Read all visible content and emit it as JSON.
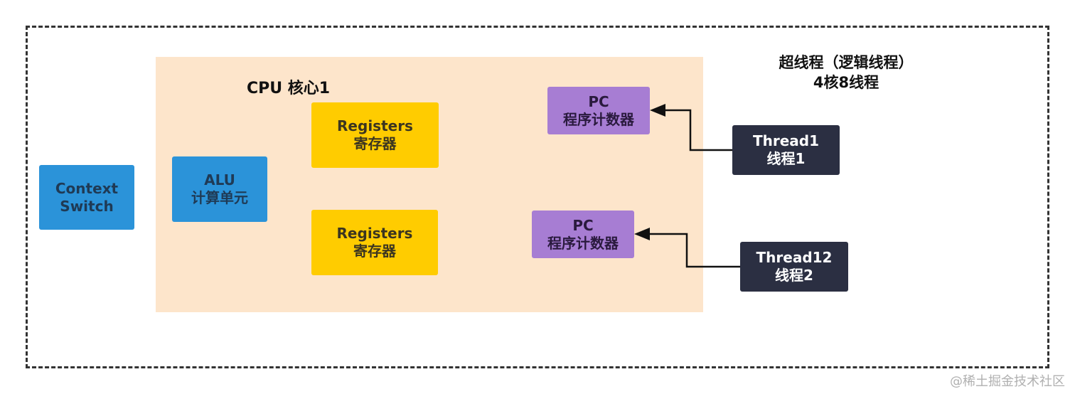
{
  "cpu_core": {
    "title": "CPU 核心1"
  },
  "hyperthreading": {
    "title": "超线程（逻辑线程）",
    "subtitle": "4核8线程"
  },
  "context_switch": {
    "line1": "Context",
    "line2": "Switch"
  },
  "alu": {
    "line1": "ALU",
    "line2": "计算单元"
  },
  "registers": [
    {
      "line1": "Registers",
      "line2": "寄存器"
    },
    {
      "line1": "Registers",
      "line2": "寄存器"
    }
  ],
  "program_counters": [
    {
      "line1": "PC",
      "line2": "程序计数器"
    },
    {
      "line1": "PC",
      "line2": "程序计数器"
    }
  ],
  "threads": [
    {
      "line1": "Thread1",
      "line2": "线程1"
    },
    {
      "line1": "Thread12",
      "line2": "线程2"
    }
  ],
  "watermark": "@稀土掘金技术社区",
  "colors": {
    "core_background": "#fde5cb",
    "context_switch": "#2b93d9",
    "alu": "#2b93d9",
    "registers": "#ffcc00",
    "program_counter": "#a77dd3",
    "thread": "#2b2f42",
    "dashed_border": "#333333"
  }
}
